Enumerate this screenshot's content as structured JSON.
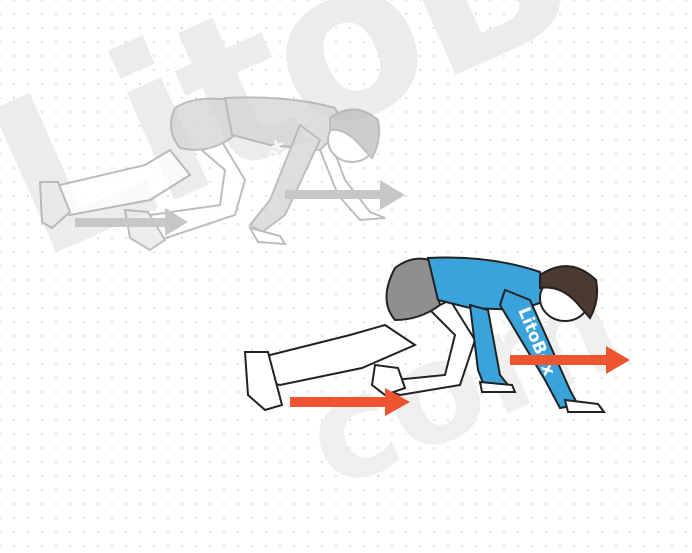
{
  "watermark": {
    "main": "LitoBox",
    "sub": "com"
  },
  "shirt_text": {
    "ghost": "LitoBox",
    "front": "LitoBox"
  },
  "colors": {
    "arrow_ghost": "#c7c7c7",
    "arrow_active": "#ec5530",
    "shirt_blue": "#3aa3dc",
    "shorts_gray": "#8f8f8f",
    "ghost_fill": "#d3d3d3",
    "ghost_stroke": "#a8a8a8",
    "outline": "#222222"
  },
  "icons": [
    "arrow-right-icon"
  ]
}
